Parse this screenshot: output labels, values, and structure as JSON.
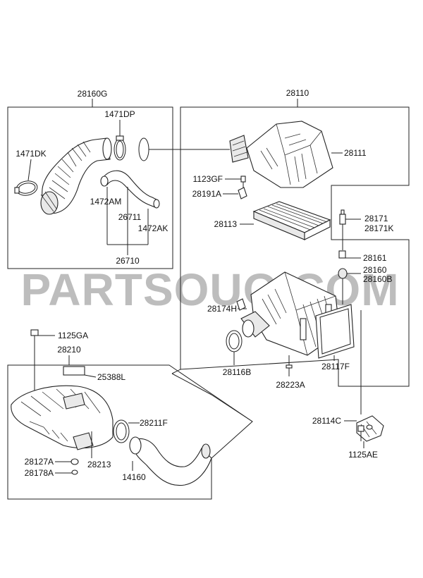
{
  "watermark": "PARTSOUQ.COM",
  "labels": {
    "g28160": "28160G",
    "p1471DP": "1471DP",
    "p1471DK": "1471DK",
    "p1472AM": "1472AM",
    "p26711": "26711",
    "p1472AK": "1472AK",
    "p26710": "26710",
    "g28110": "28110",
    "p28111": "28111",
    "p1123GF": "1123GF",
    "p28191A": "28191A",
    "p28113": "28113",
    "p28171": "28171",
    "p28171K": "28171K",
    "p28161": "28161",
    "p28160": "28160",
    "p28160B": "28160B",
    "p28174H": "28174H",
    "p28116B": "28116B",
    "p28223A": "28223A",
    "p28117F": "28117F",
    "p1125GA": "1125GA",
    "g28210": "28210",
    "p25388L": "25388L",
    "p28211F": "28211F",
    "p28127A": "28127A",
    "p28213": "28213",
    "p28178A": "28178A",
    "p14160": "14160",
    "p28114C": "28114C",
    "p1125AE": "1125AE"
  }
}
